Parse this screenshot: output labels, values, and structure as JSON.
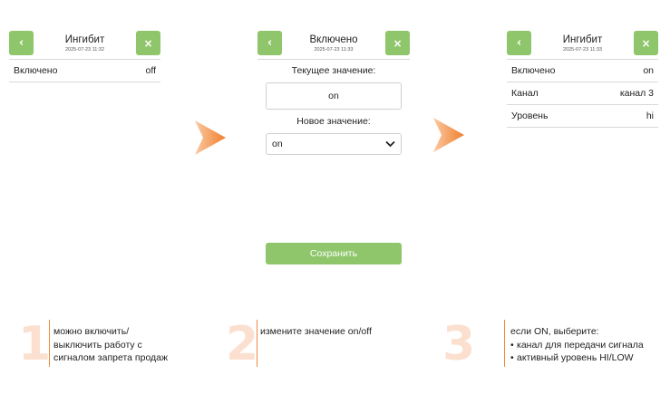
{
  "panel1": {
    "title": "Ингибит",
    "timestamp": "2025-07-23 11:32",
    "back_icon": "‹",
    "close_icon": "×",
    "rows": [
      {
        "label": "Включено",
        "value": "off"
      }
    ]
  },
  "panel2": {
    "title": "Включено",
    "timestamp": "2025-07-23 11:33",
    "back_icon": "‹",
    "close_icon": "×",
    "current_label": "Текущее значение:",
    "current_value": "on",
    "new_label": "Новое значение:",
    "new_value": "on",
    "chevron": "⌄",
    "save_label": "Сохранить"
  },
  "panel3": {
    "title": "Ингибит",
    "timestamp": "2025-07-23 11:33",
    "back_icon": "‹",
    "close_icon": "×",
    "rows": [
      {
        "label": "Включено",
        "value": "on"
      },
      {
        "label": "Канал",
        "value": "канал 3"
      },
      {
        "label": "Уровень",
        "value": "hi"
      }
    ]
  },
  "steps": [
    {
      "number": "1",
      "lines": [
        "можно включить/",
        "выключить работу с",
        "сигналом запрета продаж"
      ]
    },
    {
      "number": "2",
      "lines": [
        "измените значение on/off"
      ]
    },
    {
      "number": "3",
      "intro": "если ON, выберите:",
      "bullets": [
        "канал для передачи сигнала",
        "активный уровень HI/LOW"
      ]
    }
  ],
  "colors": {
    "accent_green": "#8fc66b",
    "arrow_orange": "#f08a3c",
    "step_number": "#fbe0d0"
  },
  "icons": {
    "flow_arrow": "arrow-right-icon"
  }
}
